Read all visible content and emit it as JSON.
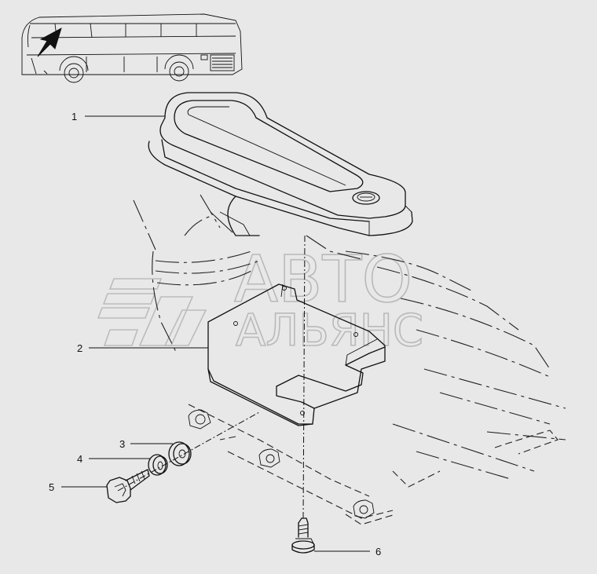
{
  "watermark": {
    "line1": "АВТО",
    "line2": "АЛЬЯНС"
  },
  "callouts": [
    {
      "number": "1"
    },
    {
      "number": "2"
    },
    {
      "number": "3"
    },
    {
      "number": "4"
    },
    {
      "number": "5"
    },
    {
      "number": "6"
    }
  ],
  "colors": {
    "background": "#e8e8e8",
    "line": "#111111",
    "watermark": "#b9b9b9"
  }
}
